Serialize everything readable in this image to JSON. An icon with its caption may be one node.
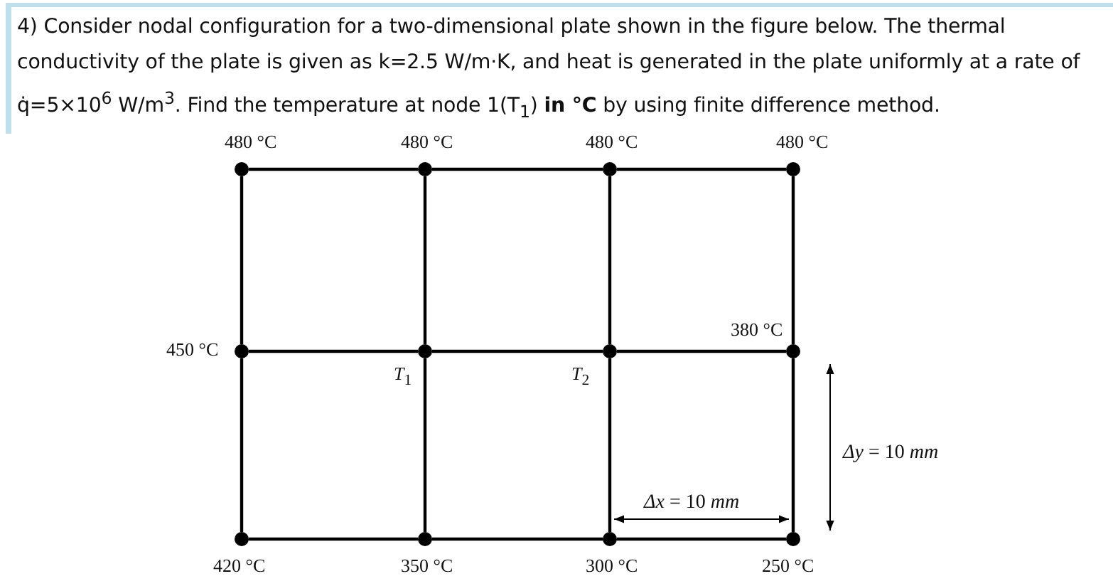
{
  "diagram": {
    "title": "4) Consider nodal configuration for a two-dimensional plate shown in the figure below. The thermal conductivity of the plate is given as k=2.5 W/m·K, and heat is generated in the plate uniformly at a rate of q̇=5×10$^{6}$ W/m$^{3}$. Find the temperature at node 1(T$_{1}$) **in °C** by using finite difference method.",
    "nodes": [
      {
        "text": [],
        "shape": "circle",
        "beside": [
          "480 °C"
        ]
      },
      {
        "text": [],
        "shape": "circle",
        "beside": [
          "480 °C"
        ]
      },
      {
        "text": [],
        "shape": "circle",
        "beside": [
          "480 °C"
        ]
      },
      {
        "text": [],
        "shape": "circle",
        "beside": [
          "480 °C"
        ]
      },
      {
        "text": [],
        "shape": "circle",
        "beside": [
          "450 °C"
        ]
      },
      {
        "text": [],
        "shape": "circle",
        "beside": [
          "*T*$_{1}$"
        ]
      },
      {
        "text": [],
        "shape": "circle",
        "beside": [
          "*T*$_{2}$"
        ]
      },
      {
        "text": [],
        "shape": "circle",
        "beside": [
          "380 °C"
        ]
      },
      {
        "text": [],
        "shape": "circle",
        "beside": [
          "420 °C"
        ]
      },
      {
        "text": [],
        "shape": "circle",
        "beside": [
          "350 °C"
        ]
      },
      {
        "text": [],
        "shape": "circle",
        "beside": [
          "300 °C"
        ]
      },
      {
        "text": [],
        "shape": "circle",
        "beside": [
          "250 °C"
        ]
      }
    ],
    "edges": [
      {
        "from": 0,
        "to": 1,
        "arrow": "none"
      },
      {
        "from": 1,
        "to": 2,
        "arrow": "none"
      },
      {
        "from": 2,
        "to": 3,
        "arrow": "none"
      },
      {
        "from": 4,
        "to": 5,
        "arrow": "none"
      },
      {
        "from": 5,
        "to": 6,
        "arrow": "none"
      },
      {
        "from": 6,
        "to": 7,
        "arrow": "none"
      },
      {
        "from": 8,
        "to": 9,
        "arrow": "none"
      },
      {
        "from": 9,
        "to": 10,
        "arrow": "none"
      },
      {
        "from": 10,
        "to": 11,
        "arrow": "none"
      },
      {
        "from": 0,
        "to": 4,
        "arrow": "none"
      },
      {
        "from": 4,
        "to": 8,
        "arrow": "none"
      },
      {
        "from": 1,
        "to": 5,
        "arrow": "none"
      },
      {
        "from": 5,
        "to": 9,
        "arrow": "none"
      },
      {
        "from": 2,
        "to": 6,
        "arrow": "none"
      },
      {
        "from": 6,
        "to": 10,
        "arrow": "none"
      },
      {
        "from": 3,
        "to": 7,
        "arrow": "none"
      },
      {
        "from": 7,
        "to": 11,
        "arrow": "none"
      }
    ],
    "labels": [
      "*Δx* = 10 *mm*",
      "*Δy* = 10 *mm*"
    ]
  }
}
